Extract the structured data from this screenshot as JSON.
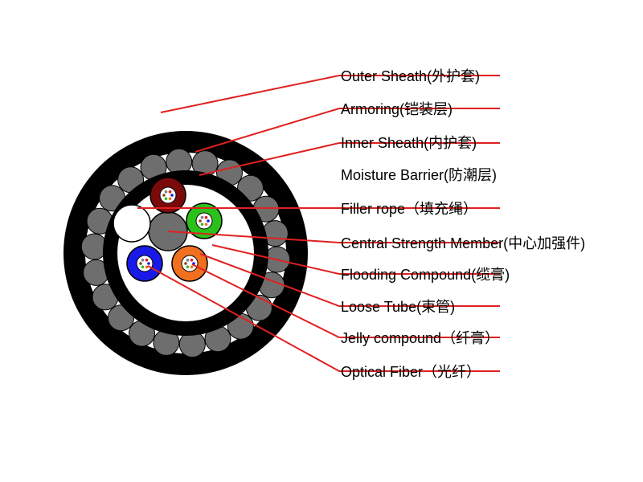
{
  "colors": {
    "outer_sheath": "#000000",
    "armor_wire": "#6e6e6e",
    "inner_sheath": "#000000",
    "flooding": "#ffffff",
    "filler": "#ffffff",
    "strength_member": "#6e6e6e",
    "leader": "#e02020",
    "tube_dark_red": "#7a0a0a",
    "tube_green": "#2ac21a",
    "tube_blue": "#1a1ae8",
    "tube_orange": "#f07020"
  },
  "labels": [
    {
      "id": "outer-sheath",
      "text": "Outer Sheath(外护套)"
    },
    {
      "id": "armoring",
      "text": "Armoring(铠装层)"
    },
    {
      "id": "inner-sheath",
      "text": "Inner Sheath(内护套)"
    },
    {
      "id": "moisture-barrier",
      "text": "Moisture Barrier(防潮层)"
    },
    {
      "id": "filler-rope",
      "text": "Filler rope（填充绳）"
    },
    {
      "id": "central-strength-member",
      "text": "Central Strength Member(中心加强件)"
    },
    {
      "id": "flooding-compound",
      "text": "Flooding Compound(缆膏)"
    },
    {
      "id": "loose-tube",
      "text": "Loose Tube(束管)"
    },
    {
      "id": "jelly-compound",
      "text": "Jelly compound（纤膏）"
    },
    {
      "id": "optical-fiber",
      "text": "Optical Fiber（光纤）"
    }
  ]
}
